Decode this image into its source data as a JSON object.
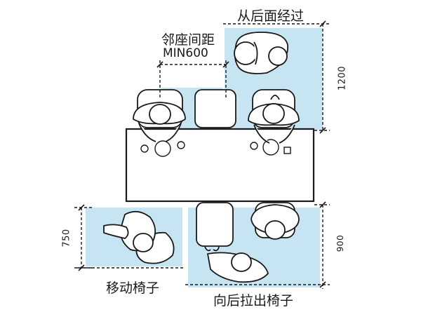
{
  "labels": {
    "pass_behind": "从后面经过",
    "adjacent_spacing": "邻座间距",
    "adjacent_min": "MIN600",
    "move_chair": "移动椅子",
    "pull_chair_back": "向后拉出椅子"
  },
  "dimensions": {
    "pass_behind_depth": "1200",
    "move_chair_depth": "750",
    "pull_back_depth": "900"
  },
  "colors": {
    "zone_fill": "#c6e4f2",
    "line": "#1a1a1a",
    "table_fill": "#ffffff"
  }
}
